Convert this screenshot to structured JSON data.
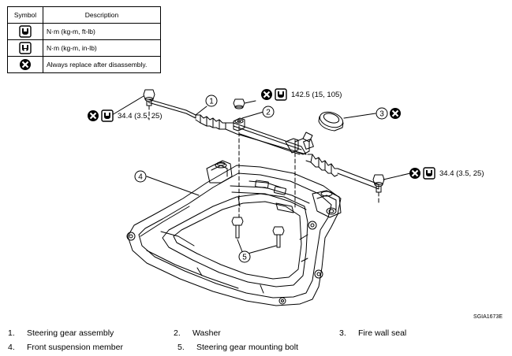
{
  "symbol_table": {
    "headers": {
      "symbol": "Symbol",
      "description": "Description"
    },
    "rows": [
      {
        "icon": "torque-wrench-icon",
        "description": "N·m (kg-m, ft-lb)"
      },
      {
        "icon": "torque-wrench-small-icon",
        "description": "N·m (kg-m, in-lb)"
      },
      {
        "icon": "always-replace-icon",
        "description": "Always replace after disassembly."
      }
    ]
  },
  "callouts": [
    "1",
    "2",
    "3",
    "4",
    "5"
  ],
  "torque_specs": {
    "left_tie_rod_nut": "34.4 (3.5, 25)",
    "mounting_nut": "142.5 (15, 105)",
    "right_tie_rod_nut": "34.4 (3.5, 25)"
  },
  "figure_code": "SGIA1673E",
  "legend": [
    {
      "num": "1.",
      "label": "Steering gear assembly"
    },
    {
      "num": "2.",
      "label": "Washer"
    },
    {
      "num": "3.",
      "label": "Fire wall seal"
    },
    {
      "num": "4.",
      "label": "Front suspension member"
    },
    {
      "num": "5.",
      "label": "Steering gear mounting bolt"
    }
  ],
  "colors": {
    "line": "#000000",
    "background": "#ffffff"
  }
}
